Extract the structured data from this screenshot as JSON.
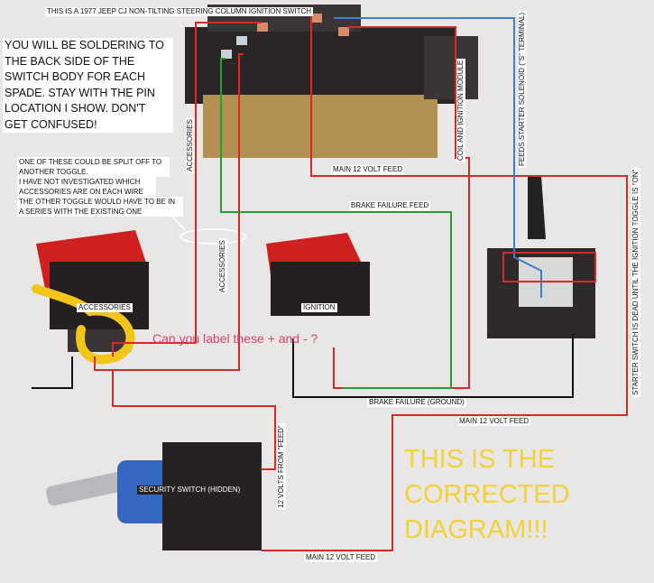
{
  "title_label": "THIS IS A 1977 JEEP CJ NON-TILTING STEERING COLUMN IGNITION SWITCH",
  "instructions": "YOU WILL BE SOLDERING TO THE BACK SIDE OF THE SWITCH BODY FOR EACH SPADE. STAY WITH THE PIN LOCATION I SHOW. DON'T GET CONFUSED!",
  "split_note": {
    "line1": "ONE OF THESE COULD BE SPLIT OFF TO ANOTHER TOGGLE.",
    "line2": "I HAVE NOT INVESTIGATED WHICH ACCESSORIES ARE ON EACH WIRE",
    "line3": "THE OTHER TOGGLE WOULD HAVE TO BE IN A SERIES WITH THE EXISTING ONE"
  },
  "wire_labels": {
    "accessories_top": "ACCESSORIES",
    "accessories_mid": "ACCESSORIES",
    "main_feed_top": "MAIN 12 VOLT FEED",
    "coil": "COIL AND IGNITION MODULE",
    "starter_solenoid": "FEEDS STARTER SOLENOID (\"S\" TERMINAL)",
    "brake_failure_feed": "BRAKE FAILURE FEED",
    "starter_dead": "STARTER SWITCH IS DEAD UNTIL THE IGNITION TOGGLE IS \"ON\"",
    "brake_ground": "BRAKE FAILURE (GROUND)",
    "main_feed_mid": "MAIN 12 VOLT FEED",
    "twelve_volts": "12 VOLTS FROM \"FEED\"",
    "main_feed_bottom": "MAIN 12 VOLT FEED"
  },
  "switch_labels": {
    "accessories": "ACCESSORIES",
    "ignition": "IGNITION",
    "security": "SECURITY SWITCH (HIDDEN)"
  },
  "question": "Can you label these + and - ?",
  "corrected": "THIS IS THE CORRECTED DIAGRAM!!!",
  "colors": {
    "red_wire": "#d42a2a",
    "green_wire": "#2a9a3a",
    "blue_wire": "#3a7fd0",
    "black_wire": "#111111",
    "highlight": "#f2c51a"
  }
}
